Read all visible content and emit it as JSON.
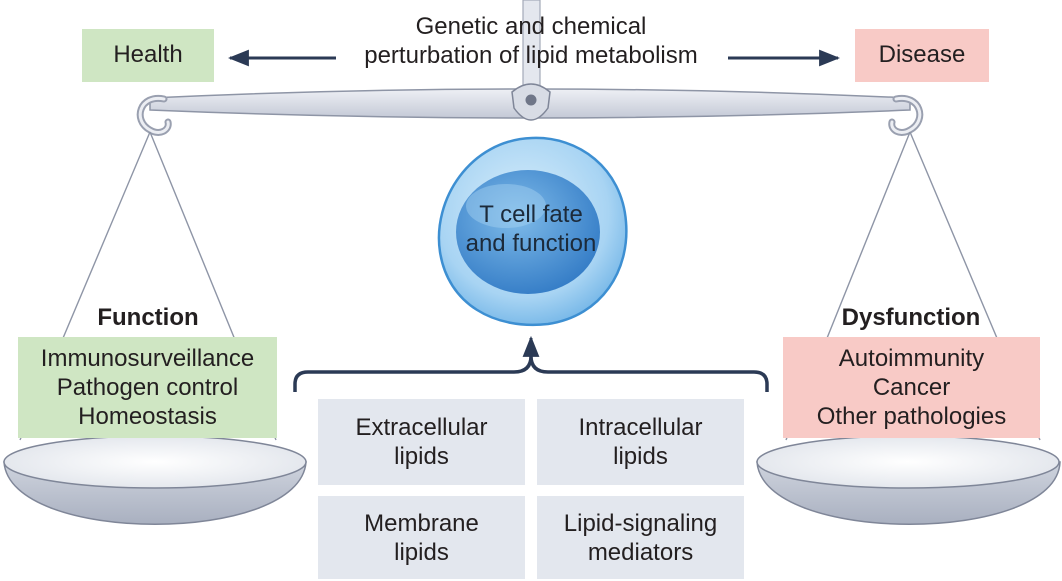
{
  "top_caption": {
    "line1": "Genetic and chemical",
    "line2": "perturbation of lipid metabolism"
  },
  "health_label": "Health",
  "disease_label": "Disease",
  "cell": {
    "line1": "T cell fate",
    "line2": "and function"
  },
  "left_pan": {
    "heading": "Function",
    "items": [
      "Immunosurveillance",
      "Pathogen control",
      "Homeostasis"
    ]
  },
  "right_pan": {
    "heading": "Dysfunction",
    "items": [
      "Autoimmunity",
      "Cancer",
      "Other pathologies"
    ]
  },
  "lipid_boxes": [
    {
      "line1": "Extracellular",
      "line2": "lipids"
    },
    {
      "line1": "Intracellular",
      "line2": "lipids"
    },
    {
      "line1": "Membrane",
      "line2": "lipids"
    },
    {
      "line1": "Lipid-signaling",
      "line2": "mediators"
    }
  ],
  "colors": {
    "health_green": "#cfe6c3",
    "disease_pink": "#f8cac6",
    "arrow_navy": "#2b3a55",
    "cell_blue": "#2f8fd6",
    "scale_gray": "#d9dde6",
    "lipid_box_gray": "#e3e7ee"
  }
}
